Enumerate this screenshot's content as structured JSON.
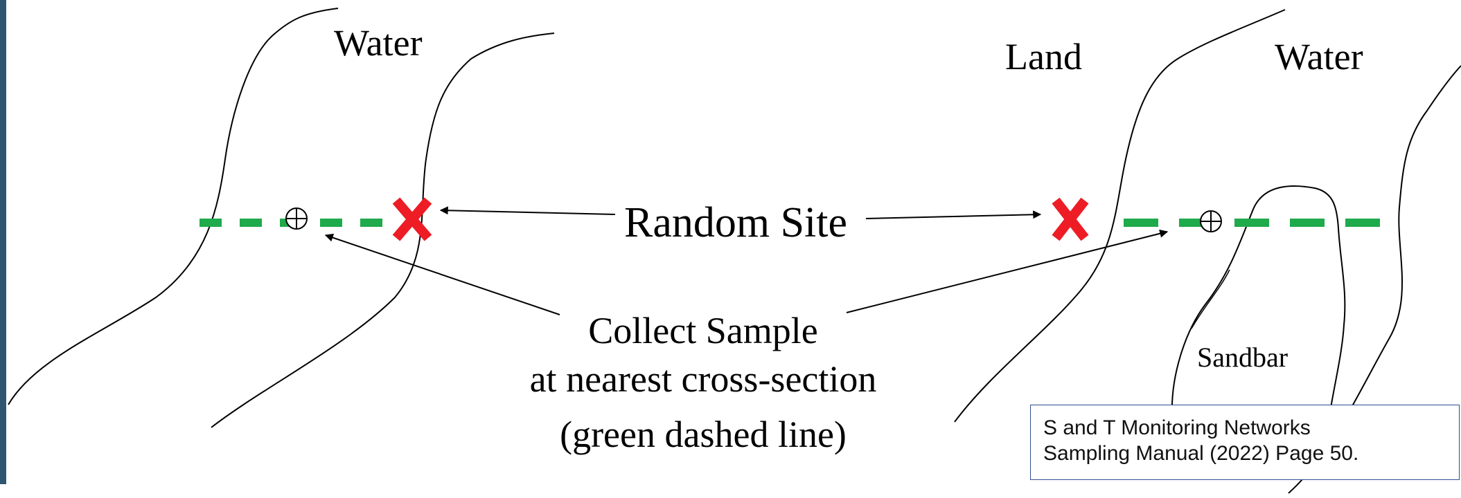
{
  "labels": {
    "water_left": "Water",
    "land": "Land",
    "water_right": "Water",
    "random_site": "Random Site",
    "collect_line1": "Collect Sample",
    "collect_line2": "at nearest cross-section",
    "collect_line3": "(green dashed line)",
    "sandbar": "Sandbar"
  },
  "markers": {
    "random_site_symbol": "X",
    "sample_point_symbol": "⊕"
  },
  "citation": {
    "line1": "S and T Monitoring Networks",
    "line2": "Sampling Manual (2022) Page 50."
  },
  "colors": {
    "cross_section": "#1faa4b",
    "random_site_marker": "#ee1c25",
    "shoreline": "#000000",
    "sidebar_accent": "#2e5670",
    "citation_border": "#2f4d8f"
  },
  "icons": {
    "random_site": "red-x-icon",
    "sample_point": "circle-plus-icon"
  }
}
